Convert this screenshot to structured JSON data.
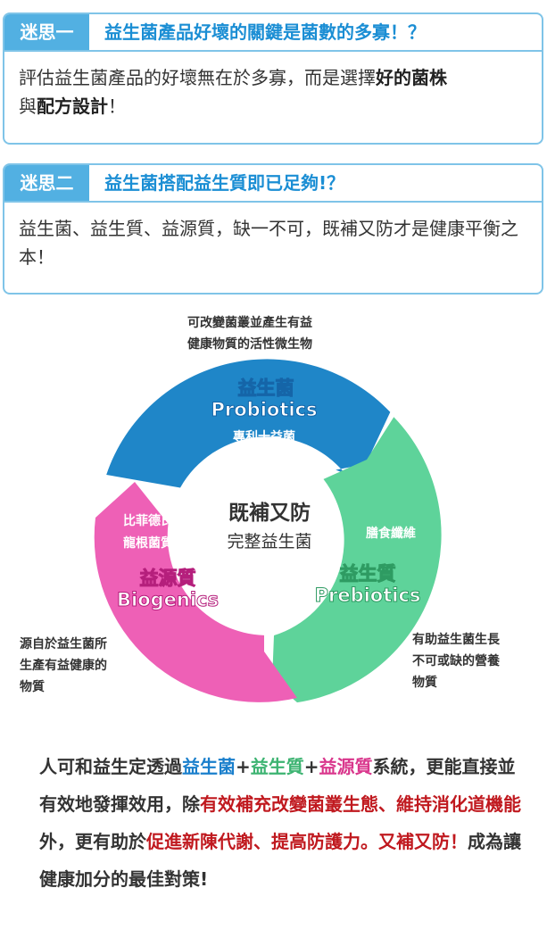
{
  "myths": [
    {
      "tag": "迷思一",
      "title": "益生菌產品好壞的關鍵是菌數的多寡！？",
      "body_plain": "評估益生菌產品的好壞無在於多寡，而是選擇",
      "body_bold1": "好的菌株",
      "body_mid": "與",
      "body_bold2": "配方設計",
      "body_end": "！"
    },
    {
      "tag": "迷思二",
      "title": "益生菌搭配益生質即已足夠!？",
      "body": "益生菌、益生質、益源質，缺一不可，既補又防才是健康平衡之本！"
    }
  ],
  "diagram": {
    "center_title": "既補又防",
    "center_subtitle": "完整益生菌",
    "top_note_line1": "可改變菌叢並產生有益",
    "top_note_line2": "健康物質的活性微生物",
    "left_note_line1": "源自於益生菌所",
    "left_note_line2": "生產有益健康的",
    "left_note_line3": "物質",
    "right_note_line1": "有助益生菌生長",
    "right_note_line2": "不可或缺的營養",
    "right_note_line3": "物質",
    "segments": [
      {
        "name_zh": "益生菌",
        "name_en": "Probiotics",
        "detail": "專利十益菌",
        "color": "#1f86c8"
      },
      {
        "name_zh": "益生質",
        "name_en": "Prebiotics",
        "detail": "膳食纖維",
        "color": "#5ed39a"
      },
      {
        "name_zh": "益源質",
        "name_en": "Biogenics",
        "detail_line1": "比菲德氏",
        "detail_line2": "龍根菌質",
        "color": "#ee60b6"
      }
    ]
  },
  "closing": {
    "t1": "人可和益生定透過",
    "probiotics": "益生菌",
    "plus1": "+",
    "prebiotics": "益生質",
    "plus2": "+",
    "biogenics": "益源質",
    "t2": "系統，更能直接並有效地發揮效用，除",
    "red1": "有效補充改變菌叢生態、維持消化道機能",
    "t3": "外，更有助於",
    "red2": "促進新陳代謝、提高防護力。又補又防！",
    "t4": "成為讓健康加分的最佳對策!"
  }
}
